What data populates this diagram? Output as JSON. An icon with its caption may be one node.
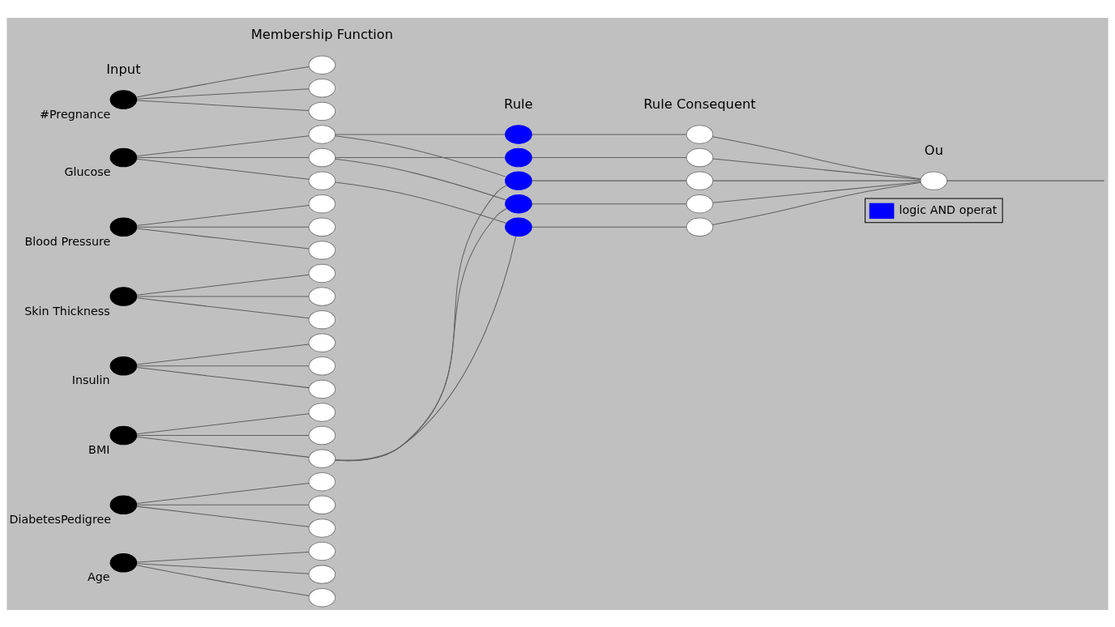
{
  "diagram": {
    "nodes": [
      {
        "text": [],
        "shape": "circle",
        "beside": [
          "#Pregnance"
        ]
      },
      {
        "text": [],
        "shape": "circle",
        "beside": [
          "Glucose"
        ]
      },
      {
        "text": [],
        "shape": "circle",
        "beside": [
          "Blood Pressure"
        ]
      },
      {
        "text": [],
        "shape": "circle",
        "beside": [
          "Skin Thickness"
        ]
      },
      {
        "text": [],
        "shape": "circle",
        "beside": [
          "Insulin"
        ]
      },
      {
        "text": [],
        "shape": "circle",
        "beside": [
          "BMI"
        ]
      },
      {
        "text": [],
        "shape": "circle",
        "beside": [
          "DiabetesPedigree"
        ]
      },
      {
        "text": [],
        "shape": "circle",
        "beside": [
          "Age"
        ]
      },
      {
        "text": [],
        "shape": "circle"
      },
      {
        "text": [],
        "shape": "circle"
      },
      {
        "text": [],
        "shape": "circle"
      },
      {
        "text": [],
        "shape": "circle"
      },
      {
        "text": [],
        "shape": "circle"
      },
      {
        "text": [],
        "shape": "circle"
      },
      {
        "text": [],
        "shape": "circle"
      },
      {
        "text": [],
        "shape": "circle"
      },
      {
        "text": [],
        "shape": "circle"
      },
      {
        "text": [],
        "shape": "circle"
      },
      {
        "text": [],
        "shape": "circle"
      },
      {
        "text": [],
        "shape": "circle"
      },
      {
        "text": [],
        "shape": "circle"
      },
      {
        "text": [],
        "shape": "circle"
      },
      {
        "text": [],
        "shape": "circle"
      },
      {
        "text": [],
        "shape": "circle"
      },
      {
        "text": [],
        "shape": "circle"
      },
      {
        "text": [],
        "shape": "circle"
      },
      {
        "text": [],
        "shape": "circle"
      },
      {
        "text": [],
        "shape": "circle"
      },
      {
        "text": [],
        "shape": "circle"
      },
      {
        "text": [],
        "shape": "circle"
      },
      {
        "text": [],
        "shape": "circle"
      },
      {
        "text": [],
        "shape": "circle"
      },
      {
        "text": [],
        "shape": "circle"
      },
      {
        "text": [],
        "shape": "circle"
      },
      {
        "text": [],
        "shape": "circle"
      },
      {
        "text": [],
        "shape": "circle"
      },
      {
        "text": [],
        "shape": "circle"
      },
      {
        "text": [],
        "shape": "circle"
      },
      {
        "text": [],
        "shape": "circle"
      },
      {
        "text": [],
        "shape": "circle"
      },
      {
        "text": [],
        "shape": "circle"
      },
      {
        "text": [],
        "shape": "circle"
      },
      {
        "text": [],
        "shape": "circle"
      }
    ],
    "edges": [
      {
        "from": 0,
        "to": 8,
        "arrow": "none"
      },
      {
        "from": 0,
        "to": 9,
        "arrow": "none"
      },
      {
        "from": 0,
        "to": 10,
        "arrow": "none"
      },
      {
        "from": 1,
        "to": 11,
        "arrow": "none"
      },
      {
        "from": 1,
        "to": 12,
        "arrow": "none"
      },
      {
        "from": 1,
        "to": 13,
        "arrow": "none"
      },
      {
        "from": 2,
        "to": 14,
        "arrow": "none"
      },
      {
        "from": 2,
        "to": 15,
        "arrow": "none"
      },
      {
        "from": 2,
        "to": 16,
        "arrow": "none"
      },
      {
        "from": 3,
        "to": 17,
        "arrow": "none"
      },
      {
        "from": 3,
        "to": 18,
        "arrow": "none"
      },
      {
        "from": 3,
        "to": 19,
        "arrow": "none"
      },
      {
        "from": 4,
        "to": 20,
        "arrow": "none"
      },
      {
        "from": 4,
        "to": 21,
        "arrow": "none"
      },
      {
        "from": 4,
        "to": 22,
        "arrow": "none"
      },
      {
        "from": 5,
        "to": 23,
        "arrow": "none"
      },
      {
        "from": 5,
        "to": 24,
        "arrow": "none"
      },
      {
        "from": 5,
        "to": 25,
        "arrow": "none"
      },
      {
        "from": 6,
        "to": 26,
        "arrow": "none"
      },
      {
        "from": 6,
        "to": 27,
        "arrow": "none"
      },
      {
        "from": 6,
        "to": 28,
        "arrow": "none"
      },
      {
        "from": 7,
        "to": 29,
        "arrow": "none"
      },
      {
        "from": 7,
        "to": 30,
        "arrow": "none"
      },
      {
        "from": 7,
        "to": 31,
        "arrow": "none"
      },
      {
        "from": 11,
        "to": 32,
        "arrow": "none"
      },
      {
        "from": 11,
        "to": 34,
        "arrow": "none"
      },
      {
        "from": 12,
        "to": 33,
        "arrow": "none"
      },
      {
        "from": 12,
        "to": 35,
        "arrow": "none"
      },
      {
        "from": 13,
        "to": 36,
        "arrow": "none"
      },
      {
        "from": 25,
        "to": 34,
        "arrow": "none"
      },
      {
        "from": 25,
        "to": 35,
        "arrow": "none"
      },
      {
        "from": 25,
        "to": 36,
        "arrow": "none"
      },
      {
        "from": 32,
        "to": 37,
        "arrow": "none"
      },
      {
        "from": 33,
        "to": 38,
        "arrow": "none"
      },
      {
        "from": 34,
        "to": 39,
        "arrow": "none"
      },
      {
        "from": 35,
        "to": 40,
        "arrow": "none"
      },
      {
        "from": 36,
        "to": 41,
        "arrow": "none"
      },
      {
        "from": 37,
        "to": 42,
        "arrow": "none"
      },
      {
        "from": 38,
        "to": 42,
        "arrow": "none"
      },
      {
        "from": 39,
        "to": 42,
        "arrow": "none"
      },
      {
        "from": 40,
        "to": 42,
        "arrow": "none"
      },
      {
        "from": 41,
        "to": 42,
        "arrow": "none"
      },
      {
        "from": 42,
        "to": null,
        "arrow": "none"
      }
    ],
    "labels": [
      "Input",
      "Membership Function",
      "Rule",
      "Rule Consequent",
      "Ou"
    ],
    "legend": [
      {
        "text": "logic AND operat",
        "color": "#0000ff"
      }
    ]
  }
}
